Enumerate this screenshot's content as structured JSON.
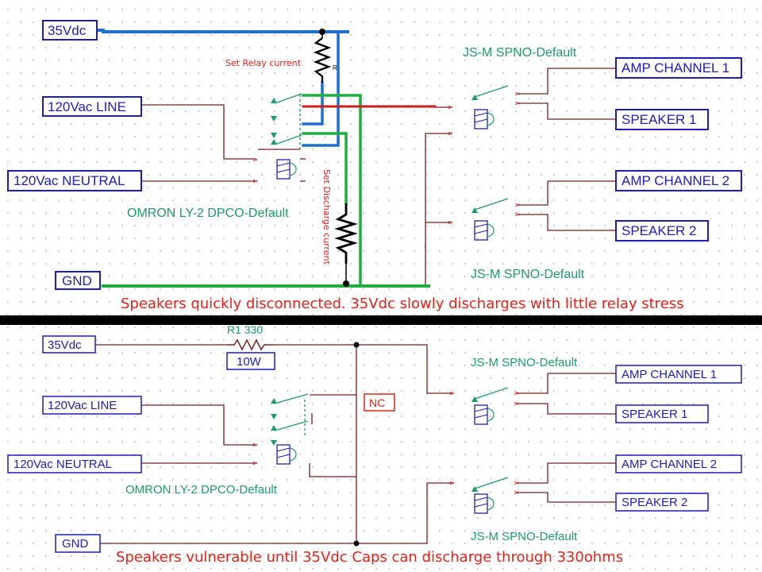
{
  "colors": {
    "wire": "#7a1e1e",
    "box": "#1d1db8",
    "relay_green": "#1d9a6a",
    "caption_red": "#e2231a",
    "blue_wire": "#1f6fd1",
    "green_wire": "#1fae3c",
    "red_wire": "#c81f1f",
    "resistor": "#000000"
  },
  "top": {
    "terminals": {
      "vdc": "35Vdc",
      "line": "120Vac LINE",
      "neutral": "120Vac NEUTRAL",
      "gnd": "GND",
      "amp1": "AMP CHANNEL 1",
      "spk1": "SPEAKER 1",
      "amp2": "AMP CHANNEL 2",
      "spk2": "SPEAKER 2"
    },
    "labels": {
      "main_relay": "OMRON LY-2 DPCO-Default",
      "relay1": "JS-M SPNO-Default",
      "relay2": "JS-M SPNO-Default",
      "relay_current": "Set Relay current",
      "discharge_current": "Set Discharge current",
      "resistor_ref": "R"
    },
    "caption": "Speakers quickly disconnected.  35Vdc slowly discharges with little relay stress"
  },
  "bottom": {
    "terminals": {
      "vdc": "35Vdc",
      "line": "120Vac LINE",
      "neutral": "120Vac NEUTRAL",
      "gnd": "GND",
      "amp1": "AMP CHANNEL 1",
      "spk1": "SPEAKER 1",
      "amp2": "AMP CHANNEL 2",
      "spk2": "SPEAKER 2"
    },
    "labels": {
      "main_relay": "OMRON LY-2 DPCO-Default",
      "relay1": "JS-M SPNO-Default",
      "relay2": "JS-M SPNO-Default",
      "resistor": "R1 330",
      "wattage": "10W",
      "nc": "NC"
    },
    "caption": "Speakers vulnerable until 35Vdc Caps can discharge through 330ohms"
  }
}
